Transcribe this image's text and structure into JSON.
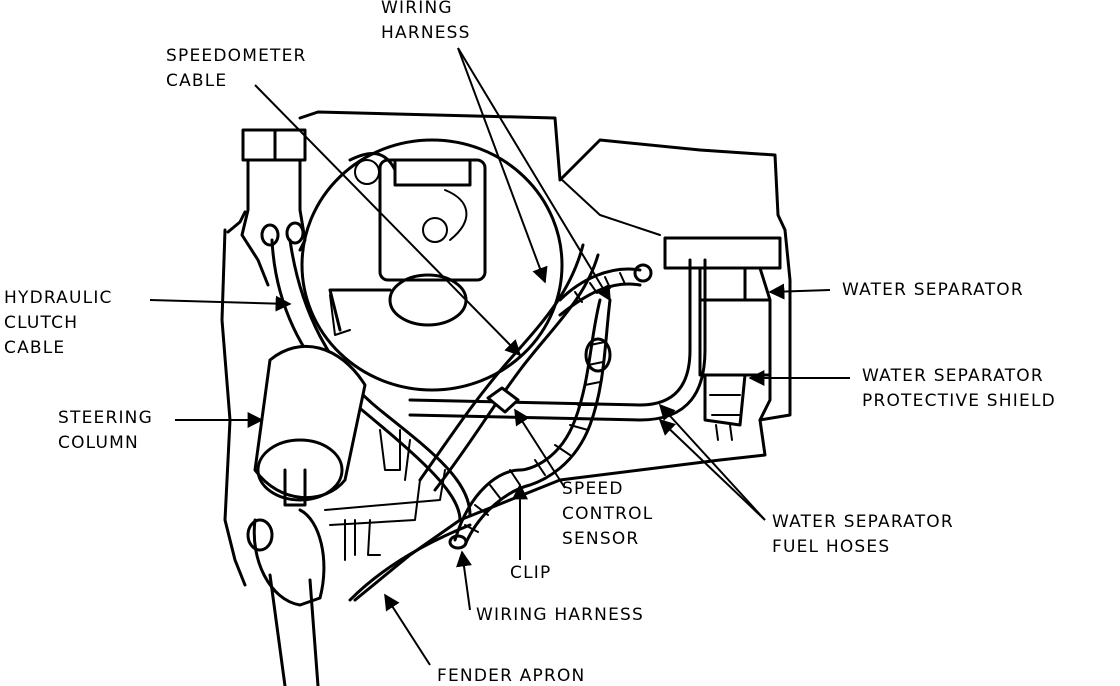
{
  "labels": {
    "wiring_harness_top": [
      "WIRING",
      "HARNESS"
    ],
    "speedometer_cable": [
      "SPEEDOMETER",
      "CABLE"
    ],
    "hydraulic_clutch_cable": [
      "HYDRAULIC",
      "CLUTCH",
      "CABLE"
    ],
    "steering_column": [
      "STEERING",
      "COLUMN"
    ],
    "water_separator": [
      "WATER SEPARATOR"
    ],
    "water_separator_shield": [
      "WATER SEPARATOR",
      "PROTECTIVE SHIELD"
    ],
    "speed_control_sensor": [
      "SPEED",
      "CONTROL",
      "SENSOR"
    ],
    "water_separator_fuel_hoses": [
      "WATER SEPARATOR",
      "FUEL HOSES"
    ],
    "clip": [
      "CLIP"
    ],
    "wiring_harness_bottom": [
      "WIRING HARNESS"
    ],
    "fender_apron": [
      "FENDER APRON"
    ]
  }
}
